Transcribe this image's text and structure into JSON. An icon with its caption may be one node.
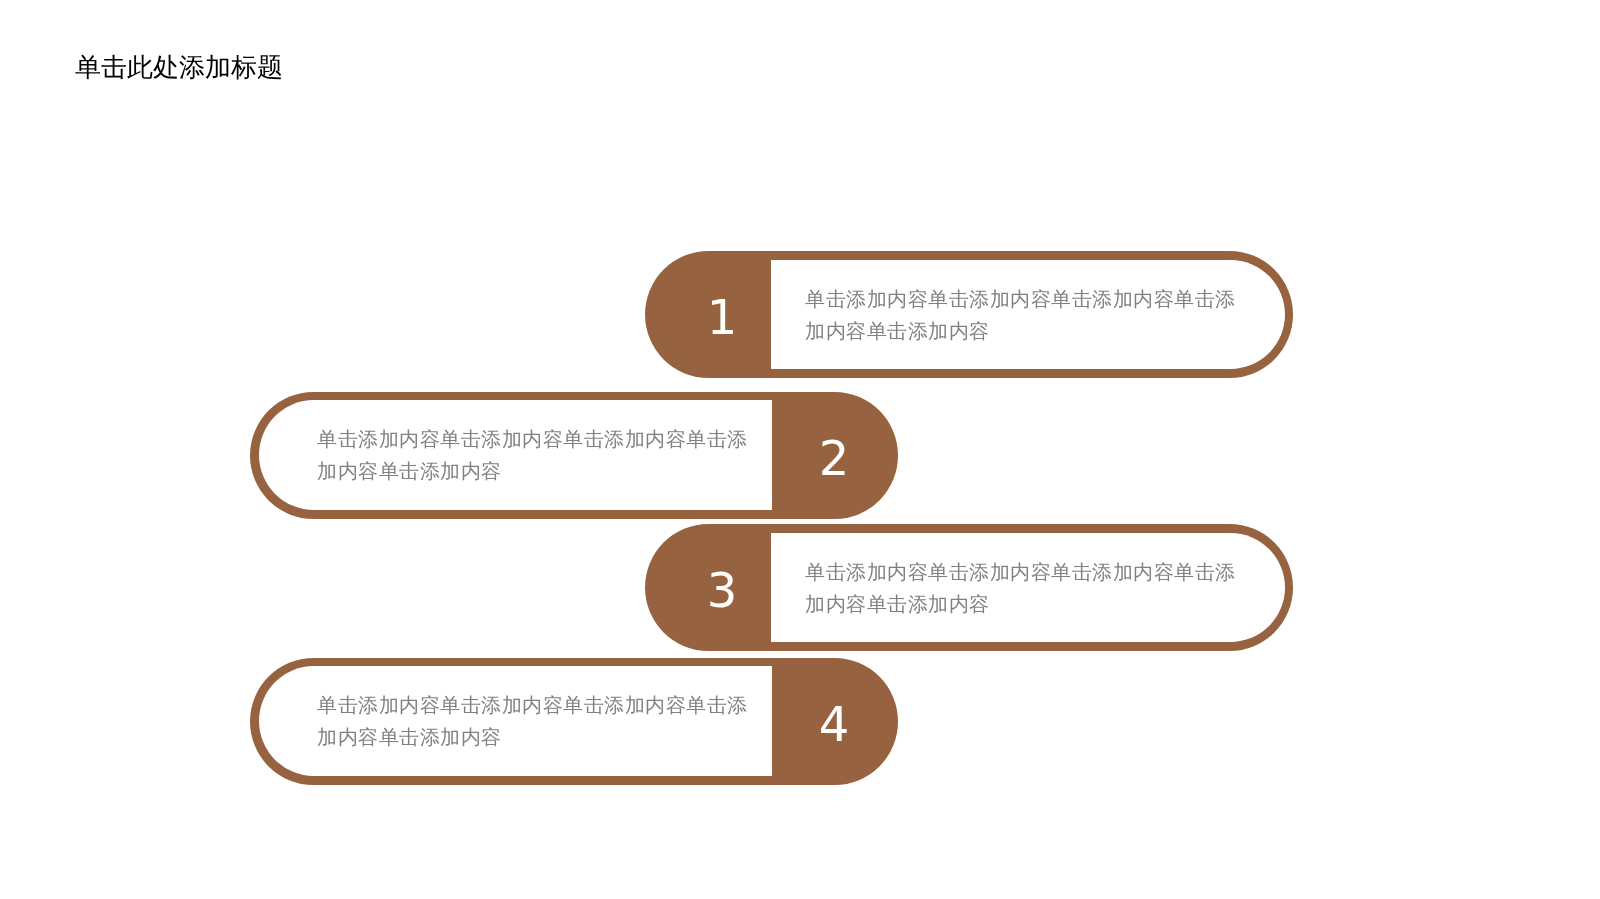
{
  "diagram": {
    "title": "单击此处添加标题",
    "nodes": [
      {
        "text": [
          "1"
        ]
      },
      {
        "text": [
          "单击添加内容单击添加内容单击添加内容单击添加内容单击添加内容"
        ],
        "in": 0
      },
      {
        "text": [
          "2"
        ]
      },
      {
        "text": [
          "单击添加内容单击添加内容单击添加内容单击添加内容单击添加内容"
        ],
        "in": 2
      },
      {
        "text": [
          "3"
        ]
      },
      {
        "text": [
          "单击添加内容单击添加内容单击添加内容单击添加内容单击添加内容"
        ],
        "in": 4
      },
      {
        "text": [
          "4"
        ]
      },
      {
        "text": [
          "单击添加内容单击添加内容单击添加内容单击添加内容单击添加内容"
        ],
        "in": 6
      }
    ]
  }
}
